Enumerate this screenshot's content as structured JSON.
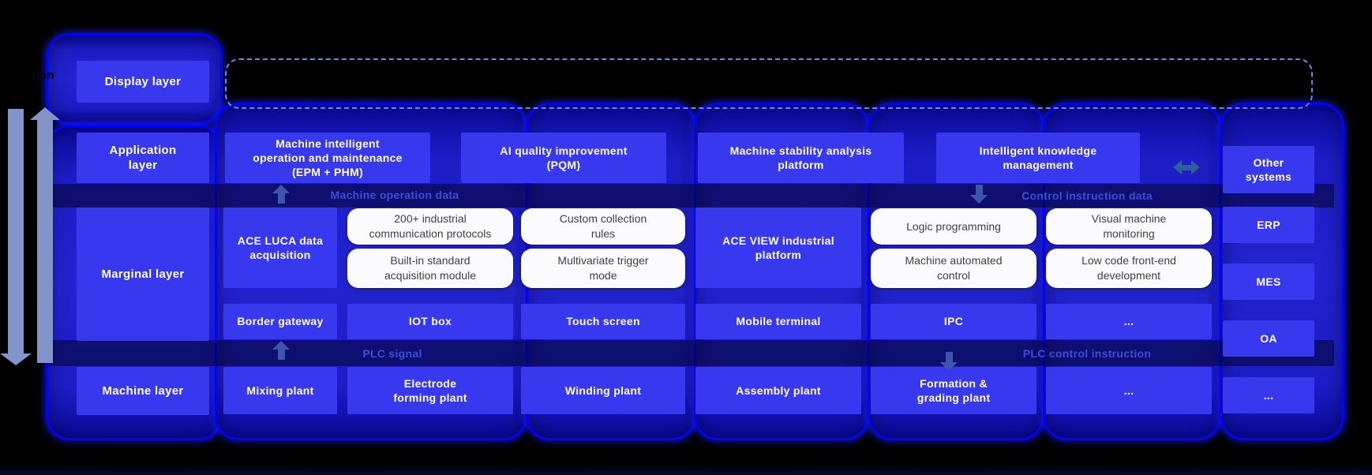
{
  "palette": {
    "background": "#000000",
    "box_blue": "#3838ef",
    "bubble_fill": "#2323cf",
    "bubble_border": "#0404ef",
    "white_box": "#fbfbfd",
    "white_box_text": "#3f3f46",
    "flow_label_blue": "#3d4dd8",
    "small_arrow_blue": "#3f54ae",
    "double_arrow_blue": "#2e5f97",
    "big_arrow_periwinkle": "#8294c9",
    "dashed_outline": "#6f88dd"
  },
  "misc": {
    "clipped_text": "tion"
  },
  "layers": [
    {
      "label": "Display layer"
    },
    {
      "label": "Application\nlayer"
    },
    {
      "label": "Marginal layer"
    },
    {
      "label": "Machine layer"
    }
  ],
  "applications": [
    {
      "label": "Machine intelligent\noperation and maintenance\n(EPM + PHM)"
    },
    {
      "label": "AI quality improvement\n(PQM)"
    },
    {
      "label": "Machine stability analysis\nplatform"
    },
    {
      "label": "Intelligent knowledge\nmanagement"
    }
  ],
  "flow_labels": {
    "machine_operation_data": "Machine operation data",
    "control_instruction_data": "Control instruction data",
    "plc_signal": "PLC signal",
    "plc_control_instruction": "PLC control instruction"
  },
  "columns": [
    {
      "platform": "ACE LUCA data\nacquisition",
      "device": "Border gateway",
      "machine": "Mixing plant"
    },
    {
      "features": [
        "200+ industrial\ncommunication protocols",
        "Built-in standard\nacquisition module"
      ],
      "device": "IOT box",
      "machine": "Electrode\nforming plant"
    },
    {
      "features": [
        "Custom collection\nrules",
        "Multivariate trigger\nmode"
      ],
      "device": "Touch screen",
      "machine": "Winding plant"
    },
    {
      "platform": "ACE VIEW industrial\nplatform",
      "device": "Mobile terminal",
      "machine": "Assembly plant"
    },
    {
      "features": [
        "Logic programming",
        "Machine automated\ncontrol"
      ],
      "device": "IPC",
      "machine": "Formation &\ngrading plant"
    },
    {
      "features": [
        "Visual machine\nmonitoring",
        "Low code front-end\ndevelopment"
      ],
      "device": "...",
      "machine": "..."
    }
  ],
  "external_systems": {
    "title": "Other\nsystems",
    "items": [
      "ERP",
      "MES",
      "OA",
      "..."
    ]
  }
}
